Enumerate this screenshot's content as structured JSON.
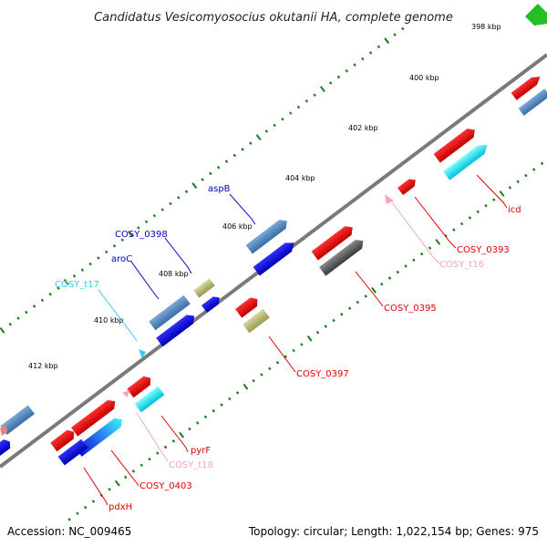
{
  "title": "Candidatus Vesicomyosocius okutanii HA, complete genome",
  "ticks": [
    "398 kbp",
    "400 kbp",
    "402 kbp",
    "404 kbp",
    "406 kbp",
    "408 kbp",
    "410 kbp",
    "412 kbp"
  ],
  "footer": {
    "accession": "Accession: NC_009465",
    "summary": "Topology: circular; Length: 1,022,154 bp; Genes: 975"
  },
  "labels": [
    {
      "id": "icd",
      "text": "icd",
      "color": "#e00000"
    },
    {
      "id": "cosy-0393",
      "text": "COSY_0393",
      "color": "#e00000"
    },
    {
      "id": "cosy-t16",
      "text": "COSY_t16",
      "color": "#f4a6c0"
    },
    {
      "id": "cosy-0395",
      "text": "COSY_0395",
      "color": "#e00000"
    },
    {
      "id": "cosy-0397",
      "text": "COSY_0397",
      "color": "#e00000"
    },
    {
      "id": "aspb",
      "text": "aspB",
      "color": "#0000cc"
    },
    {
      "id": "cosy-0398",
      "text": "COSY_0398",
      "color": "#0000cc"
    },
    {
      "id": "aroc",
      "text": "aroC",
      "color": "#0000cc"
    },
    {
      "id": "cosy-t17",
      "text": "COSY_t17",
      "color": "#3cc8f0"
    },
    {
      "id": "pyrf",
      "text": "pyrF",
      "color": "#e00000"
    },
    {
      "id": "cosy-t18",
      "text": "COSY_t18",
      "color": "#f4a6c0"
    },
    {
      "id": "cosy-0403",
      "text": "COSY_0403",
      "color": "#e00000"
    },
    {
      "id": "pdxh",
      "text": "pdxH",
      "color": "#e00000"
    }
  ],
  "colors": {
    "forward_cds": "#5b8fc4",
    "forward_cds_alt": "#1010e0",
    "reverse_cds": "#e60000",
    "reverse_cds_alt": "#00e0f0",
    "trna": "#f4a6c0",
    "trna_forward": "#3cc8f0",
    "other": "#bdb76b",
    "pseudo": "#555555",
    "backbone": "#7a7a7a",
    "ticks": "#1a7a1a",
    "marker": "#22c022"
  }
}
